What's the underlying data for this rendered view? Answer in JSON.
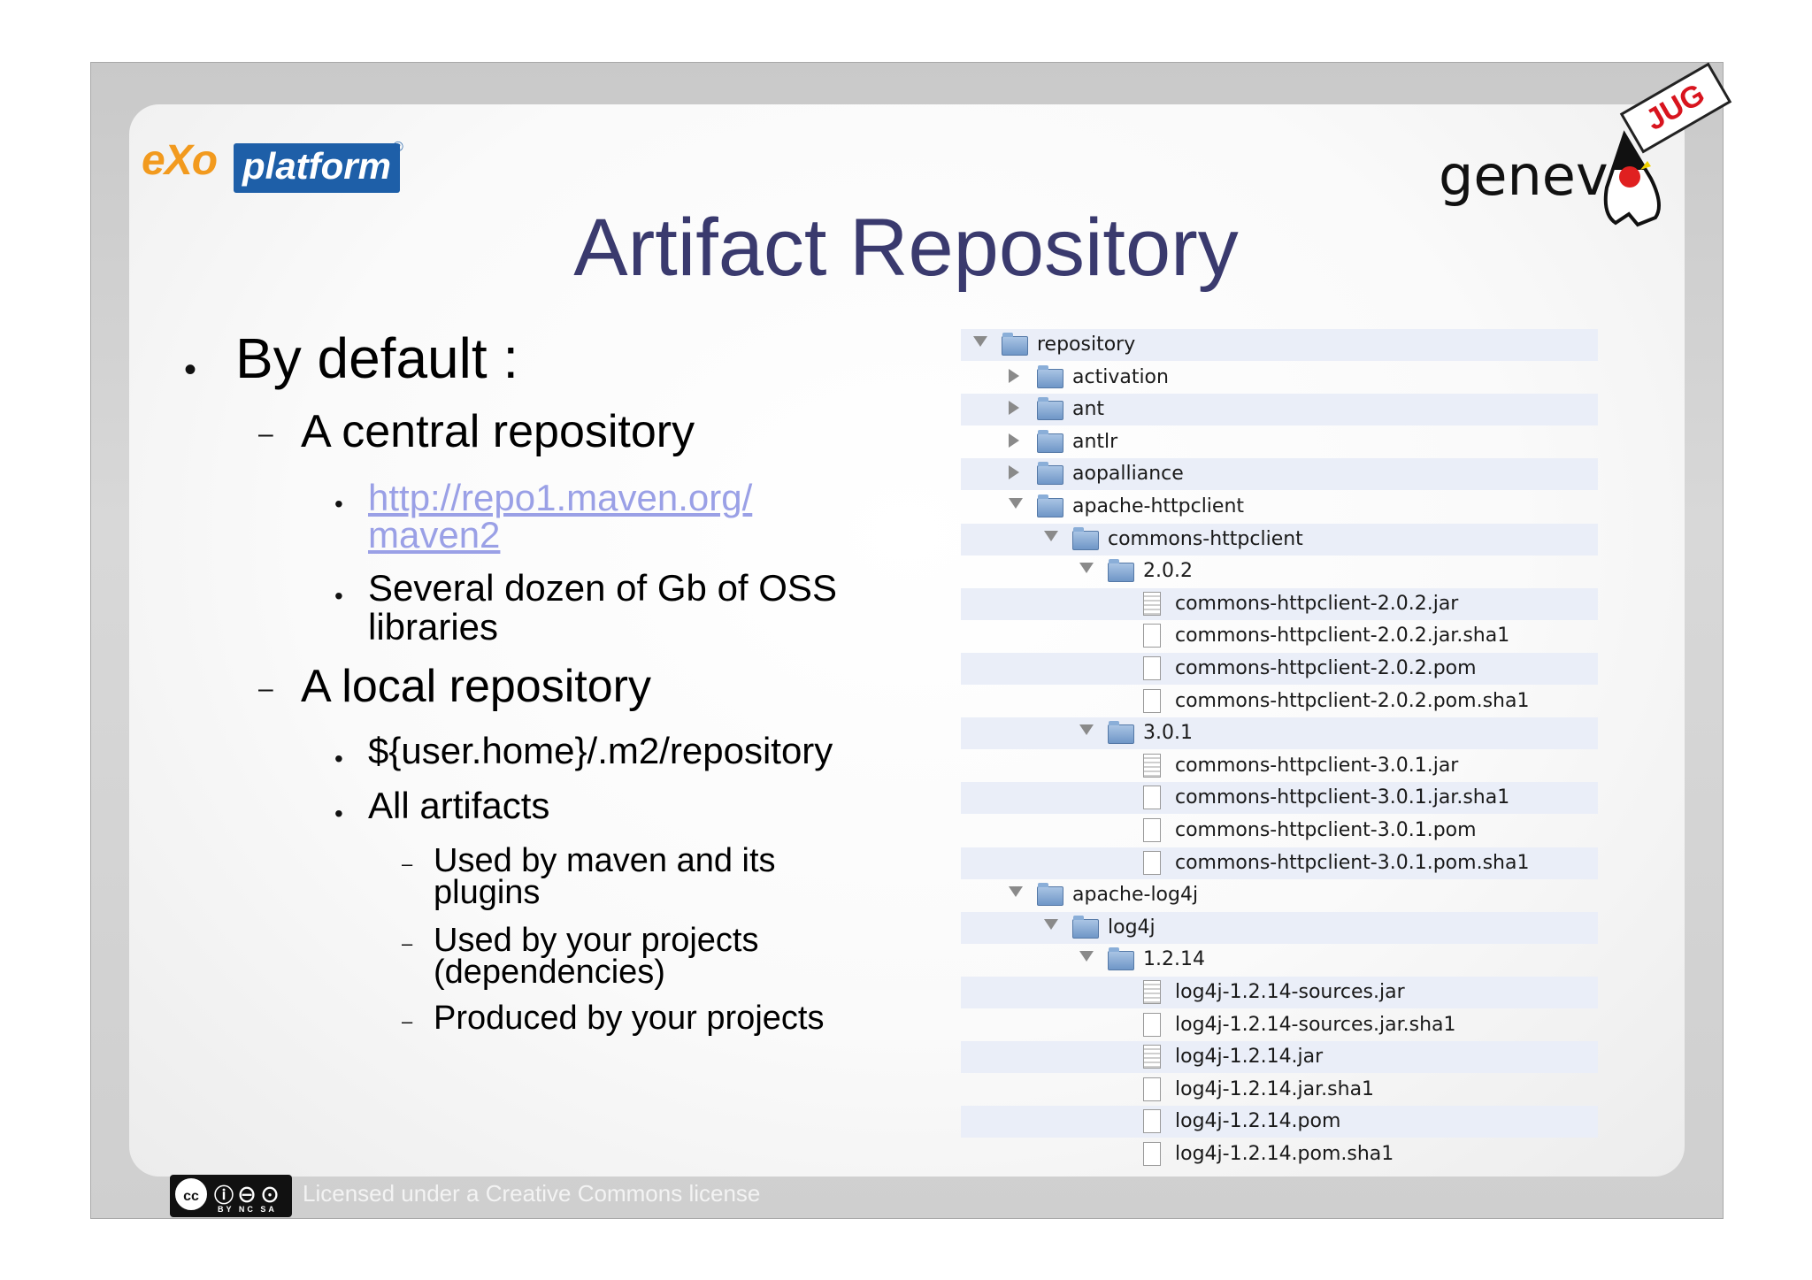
{
  "header": {
    "logo_text": "eXo",
    "logo_platform": "platform",
    "logo_reg": "®",
    "title": "Artifact Repository",
    "geneva_text": "genev",
    "jug_text": "JUG"
  },
  "bullets": {
    "by_default": "By default :",
    "central_repo": "A central repository",
    "central_url_line1": "http://repo1.maven.org/",
    "central_url_line2": "maven2",
    "oss_line1": "Several dozen of Gb of OSS",
    "oss_line2": "libraries",
    "local_repo": "A local repository",
    "local_path": "${user.home}/.m2/repository",
    "all_artifacts": "All artifacts",
    "used_maven_line1": "Used by maven and its",
    "used_maven_line2": "plugins",
    "used_projects_line1": "Used by your projects",
    "used_projects_line2": "(dependencies)",
    "produced": "Produced by your projects"
  },
  "tree": {
    "rows": [
      {
        "label": "repository",
        "kind": "folder",
        "state": "open"
      },
      {
        "label": "activation",
        "kind": "folder",
        "state": "closed"
      },
      {
        "label": "ant",
        "kind": "folder",
        "state": "closed"
      },
      {
        "label": "antlr",
        "kind": "folder",
        "state": "closed"
      },
      {
        "label": "aopalliance",
        "kind": "folder",
        "state": "closed"
      },
      {
        "label": "apache-httpclient",
        "kind": "folder",
        "state": "open"
      },
      {
        "label": "commons-httpclient",
        "kind": "folder",
        "state": "open"
      },
      {
        "label": "2.0.2",
        "kind": "folder",
        "state": "open"
      },
      {
        "label": "commons-httpclient-2.0.2.jar",
        "kind": "jar"
      },
      {
        "label": "commons-httpclient-2.0.2.jar.sha1",
        "kind": "file"
      },
      {
        "label": "commons-httpclient-2.0.2.pom",
        "kind": "file"
      },
      {
        "label": "commons-httpclient-2.0.2.pom.sha1",
        "kind": "file"
      },
      {
        "label": "3.0.1",
        "kind": "folder",
        "state": "open"
      },
      {
        "label": "commons-httpclient-3.0.1.jar",
        "kind": "jar"
      },
      {
        "label": "commons-httpclient-3.0.1.jar.sha1",
        "kind": "file"
      },
      {
        "label": "commons-httpclient-3.0.1.pom",
        "kind": "file"
      },
      {
        "label": "commons-httpclient-3.0.1.pom.sha1",
        "kind": "file"
      },
      {
        "label": "apache-log4j",
        "kind": "folder",
        "state": "open"
      },
      {
        "label": "log4j",
        "kind": "folder",
        "state": "open"
      },
      {
        "label": "1.2.14",
        "kind": "folder",
        "state": "open"
      },
      {
        "label": "log4j-1.2.14-sources.jar",
        "kind": "jar"
      },
      {
        "label": "log4j-1.2.14-sources.jar.sha1",
        "kind": "file"
      },
      {
        "label": "log4j-1.2.14.jar",
        "kind": "jar"
      },
      {
        "label": "log4j-1.2.14.jar.sha1",
        "kind": "file"
      },
      {
        "label": "log4j-1.2.14.pom",
        "kind": "file"
      },
      {
        "label": "log4j-1.2.14.pom.sha1",
        "kind": "file"
      }
    ]
  },
  "footer": {
    "license_text": "Licensed under a Creative Commons license",
    "cc_symbol": "cc",
    "cc_tags": "BY NC SA"
  },
  "colors": {
    "title": "#3a3a6e",
    "link": "#9aa0e6",
    "tree_stripe": "#eaeef8"
  }
}
